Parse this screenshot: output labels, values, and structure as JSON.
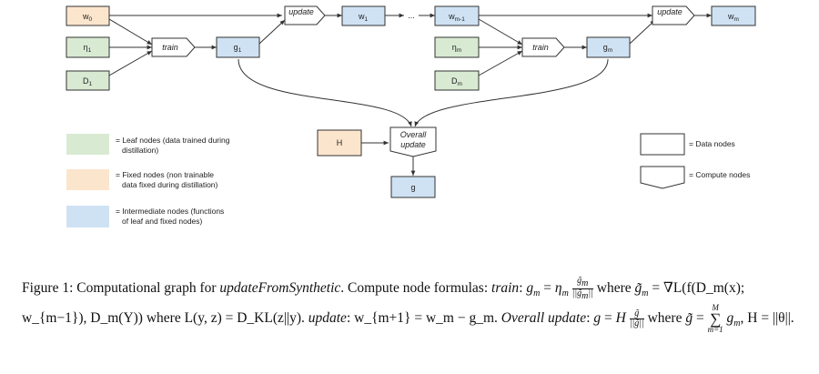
{
  "nodes": {
    "w0": {
      "base": "w",
      "sub": "0",
      "type": "fixed"
    },
    "eta1": {
      "base": "η",
      "sub": "1",
      "type": "leaf"
    },
    "D1": {
      "base": "D",
      "sub": "1",
      "type": "leaf"
    },
    "g1": {
      "base": "g",
      "sub": "1",
      "type": "intermediate"
    },
    "w1": {
      "base": "w",
      "sub": "1",
      "type": "intermediate"
    },
    "ellipsis": "...",
    "wm1": {
      "base": "w",
      "sub": "m-1",
      "type": "intermediate"
    },
    "etam": {
      "base": "η",
      "sub": "m",
      "type": "leaf"
    },
    "Dm": {
      "base": "D",
      "sub": "m",
      "type": "leaf"
    },
    "gm": {
      "base": "g",
      "sub": "m",
      "type": "intermediate"
    },
    "wm": {
      "base": "w",
      "sub": "m",
      "type": "intermediate"
    },
    "H": {
      "base": "H",
      "type": "fixed"
    },
    "g": {
      "base": "g",
      "type": "intermediate"
    }
  },
  "ops": {
    "train1": "train",
    "update1": "update",
    "trainm": "train",
    "updatem": "update",
    "overall_line1": "Overall",
    "overall_line2": "update"
  },
  "legend": {
    "leaf_line1": "= Leaf nodes (data trained during",
    "leaf_line2": "distillation)",
    "fixed_line1": "= Fixed nodes (non trainable",
    "fixed_line2": "data fixed during distillation)",
    "inter_line1": "= Intermediate nodes (functions",
    "inter_line2": "of leaf and fixed nodes)",
    "data_nodes": "= Data nodes",
    "compute_nodes": "= Compute nodes"
  },
  "colors": {
    "leaf": "#d9ead3",
    "fixed": "#fce5cd",
    "intermediate": "#cfe2f3",
    "stroke": "#333333"
  },
  "caption": {
    "lead": "Figure 1: Computational graph for ",
    "func_name": "updateFromSynthetic",
    "after_func": ". Compute node formulas: ",
    "train_label": "train",
    "where1": " where ",
    "grad_formula": " = ∇L(f(D_m(x); w_{m−1}), D_m(Y)) where L(y, z) = D_KL(z||y). ",
    "update_label": "update",
    "update_formula": ": w_{m+1} = w_m − g_m. ",
    "overall_label": "Overall update",
    "where2": " where ",
    "H_formula": ", H = ||θ||."
  }
}
